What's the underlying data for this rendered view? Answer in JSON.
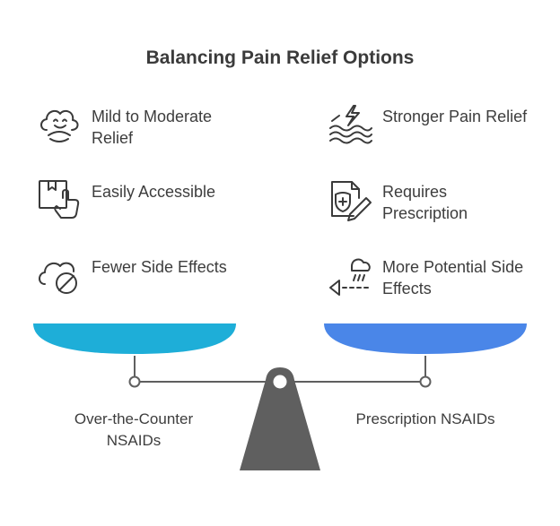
{
  "title": "Balancing Pain Relief Options",
  "left": {
    "name": "Over-the-Counter NSAIDs",
    "items": [
      {
        "label": "Mild to Moderate Relief",
        "icon": "cloud-smile-icon"
      },
      {
        "label": "Easily Accessible",
        "icon": "box-hand-icon"
      },
      {
        "label": "Fewer Side Effects",
        "icon": "cloud-blocked-icon"
      }
    ],
    "pan_color": "#1EAED8"
  },
  "right": {
    "name": "Prescription NSAIDs",
    "items": [
      {
        "label": "Stronger Pain Relief",
        "icon": "lightning-waves-icon"
      },
      {
        "label": "Requires Prescription",
        "icon": "prescription-pen-icon"
      },
      {
        "label": "More Potential Side Effects",
        "icon": "rain-cloud-icon"
      }
    ],
    "pan_color": "#4A86E8"
  },
  "colors": {
    "beam": "#5f5f5f",
    "fulcrum": "#5f5f5f",
    "icon_stroke": "#3a3a3a"
  }
}
